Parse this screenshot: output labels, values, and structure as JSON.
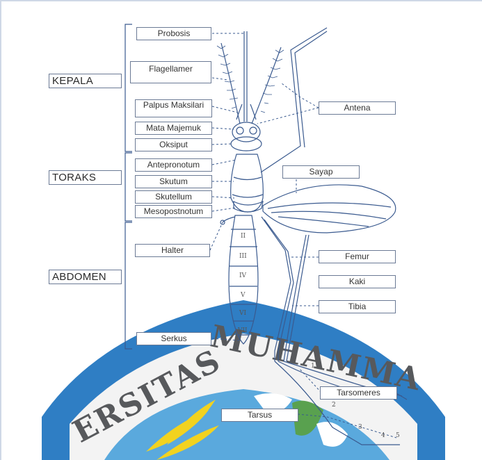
{
  "groups": {
    "head": "KEPALA",
    "thorax": "TORAKS",
    "abdomen": "ABDOMEN"
  },
  "labels": {
    "probosis": "Probosis",
    "flagellamer": "Flagellamer",
    "palpus": "Palpus Maksilari",
    "mata": "Mata Majemuk",
    "oksiput": "Oksiput",
    "antepronotum": "Antepronotum",
    "skutum": "Skutum",
    "skutellum": "Skutellum",
    "mesopostnotum": "Mesopostnotum",
    "halter": "Halter",
    "serkus": "Serkus",
    "antena": "Antena",
    "sayap": "Sayap",
    "femur": "Femur",
    "kaki": "Kaki",
    "tibia": "Tibia",
    "tarsomeres": "Tarsomeres",
    "tarsus": "Tarsus"
  },
  "segments": [
    "II",
    "III",
    "IV",
    "V",
    "VI",
    "VII"
  ],
  "tarsal_numbers": [
    "1",
    "2",
    "3",
    "4",
    "5"
  ],
  "watermark": {
    "line1": "ERSITAS",
    "line2": "MUHAMMA"
  },
  "colors": {
    "line": "#3a5a8f",
    "dash": "#3a5a8f",
    "seal": "#2f7ec4",
    "seal_band": "#f2f2f2",
    "leaf": "#f2d21f",
    "island": "#59a14f"
  }
}
